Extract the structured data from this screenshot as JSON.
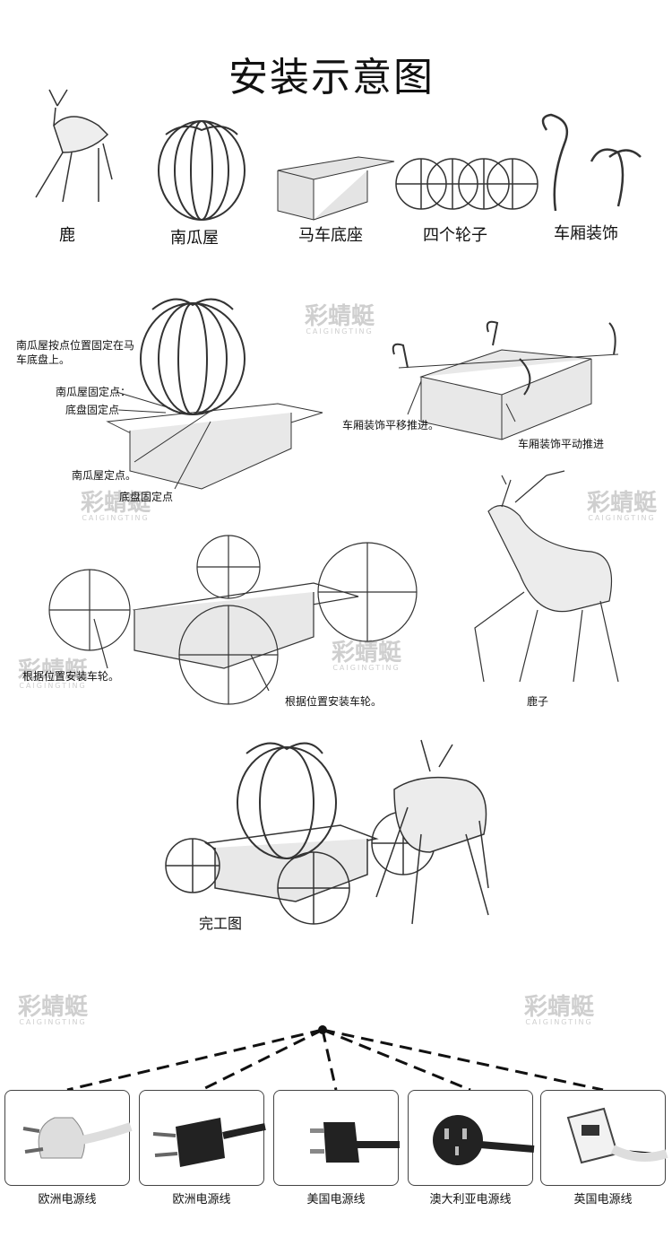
{
  "title": "安装示意图",
  "parts": [
    "鹿",
    "南瓜屋",
    "马车底座",
    "四个轮子",
    "车厢装饰"
  ],
  "step1": {
    "note": "南瓜屋按点位置固定在马车底盘上。",
    "pumpkin_fix_point": "南瓜屋固定点：",
    "chassis_fix_point": "底盘固定点",
    "pumpkin_point": "南瓜屋定点。",
    "chassis_point": "底盘固定点"
  },
  "step2": {
    "decor_push_1": "车厢装饰平移推进。",
    "decor_push_2": "车厢装饰平动推进"
  },
  "step3": {
    "wheel_left": "根据位置安装车轮。",
    "wheel_right": "根据位置安装车轮。",
    "deer": "鹿子"
  },
  "finished": "完工图",
  "watermark": {
    "name": "彩蜻蜓",
    "pinyin": "CAIGINGTING"
  },
  "plugs": [
    "欧洲电源线",
    "欧洲电源线",
    "美国电源线",
    "澳大利亚电源线",
    "英国电源线"
  ]
}
